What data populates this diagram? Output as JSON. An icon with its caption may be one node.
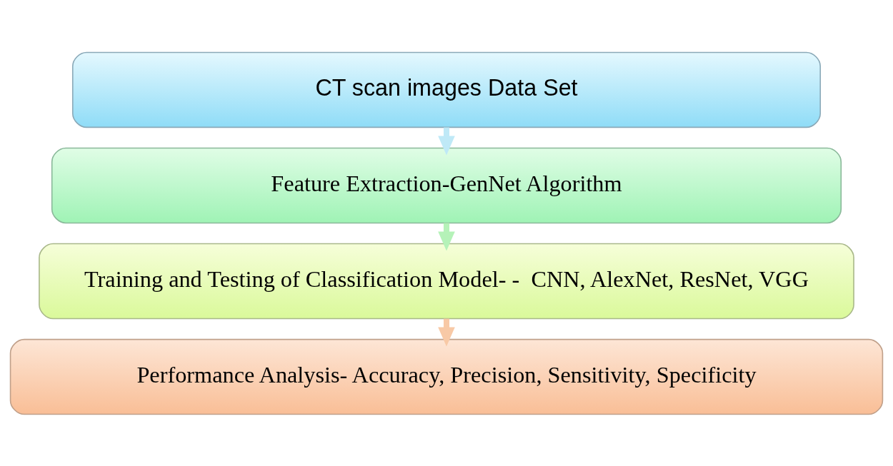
{
  "diagram": {
    "nodes": [
      {
        "text": [
          "CT scan images Data Set"
        ]
      },
      {
        "text": [
          "Feature Extraction-GenNet Algorithm"
        ]
      },
      {
        "text": [
          "Training and Testing of Classification Model- -  CNN, AlexNet, ResNet, VGG"
        ]
      },
      {
        "text": [
          "Performance Analysis- Accuracy, Precision, Sensitivity, Specificity"
        ]
      }
    ],
    "edges": [
      {
        "from": 0,
        "to": 1,
        "arrow": "to",
        "color": "#bfe9f7"
      },
      {
        "from": 1,
        "to": 2,
        "arrow": "to",
        "color": "#b5f2b8"
      },
      {
        "from": 2,
        "to": 3,
        "arrow": "to",
        "color": "#f8c9a6"
      }
    ]
  }
}
